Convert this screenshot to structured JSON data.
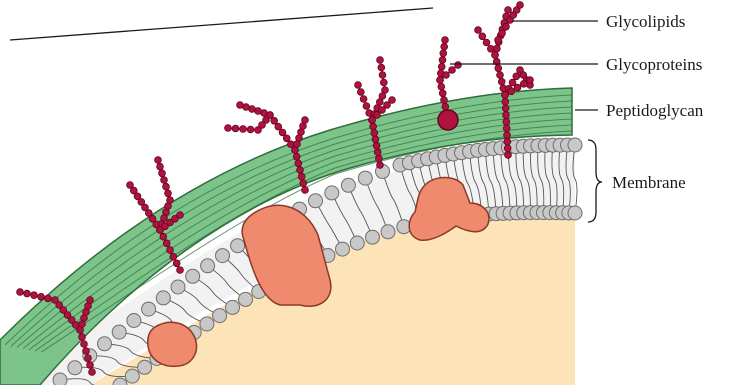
{
  "labels": {
    "glycolipids": "Glycolipids",
    "glycoproteins": "Glycoproteins",
    "peptidoglycan": "Peptidoglycan",
    "membrane": "Membrane"
  },
  "colors": {
    "cytoplasm": "#fde3b8",
    "peptidoglycan_fill": "#7dc48a",
    "peptidoglycan_stroke": "#2f6e3c",
    "glycan_bead": "#b0123f",
    "lipid_head": "#c8c8c8",
    "protein": "#f08a6e",
    "protein_stroke": "#8a3a28"
  },
  "icons": {
    "glycan_chain": "bead-chain",
    "lipid": "phospholipid",
    "protein": "membrane-protein-blob"
  }
}
